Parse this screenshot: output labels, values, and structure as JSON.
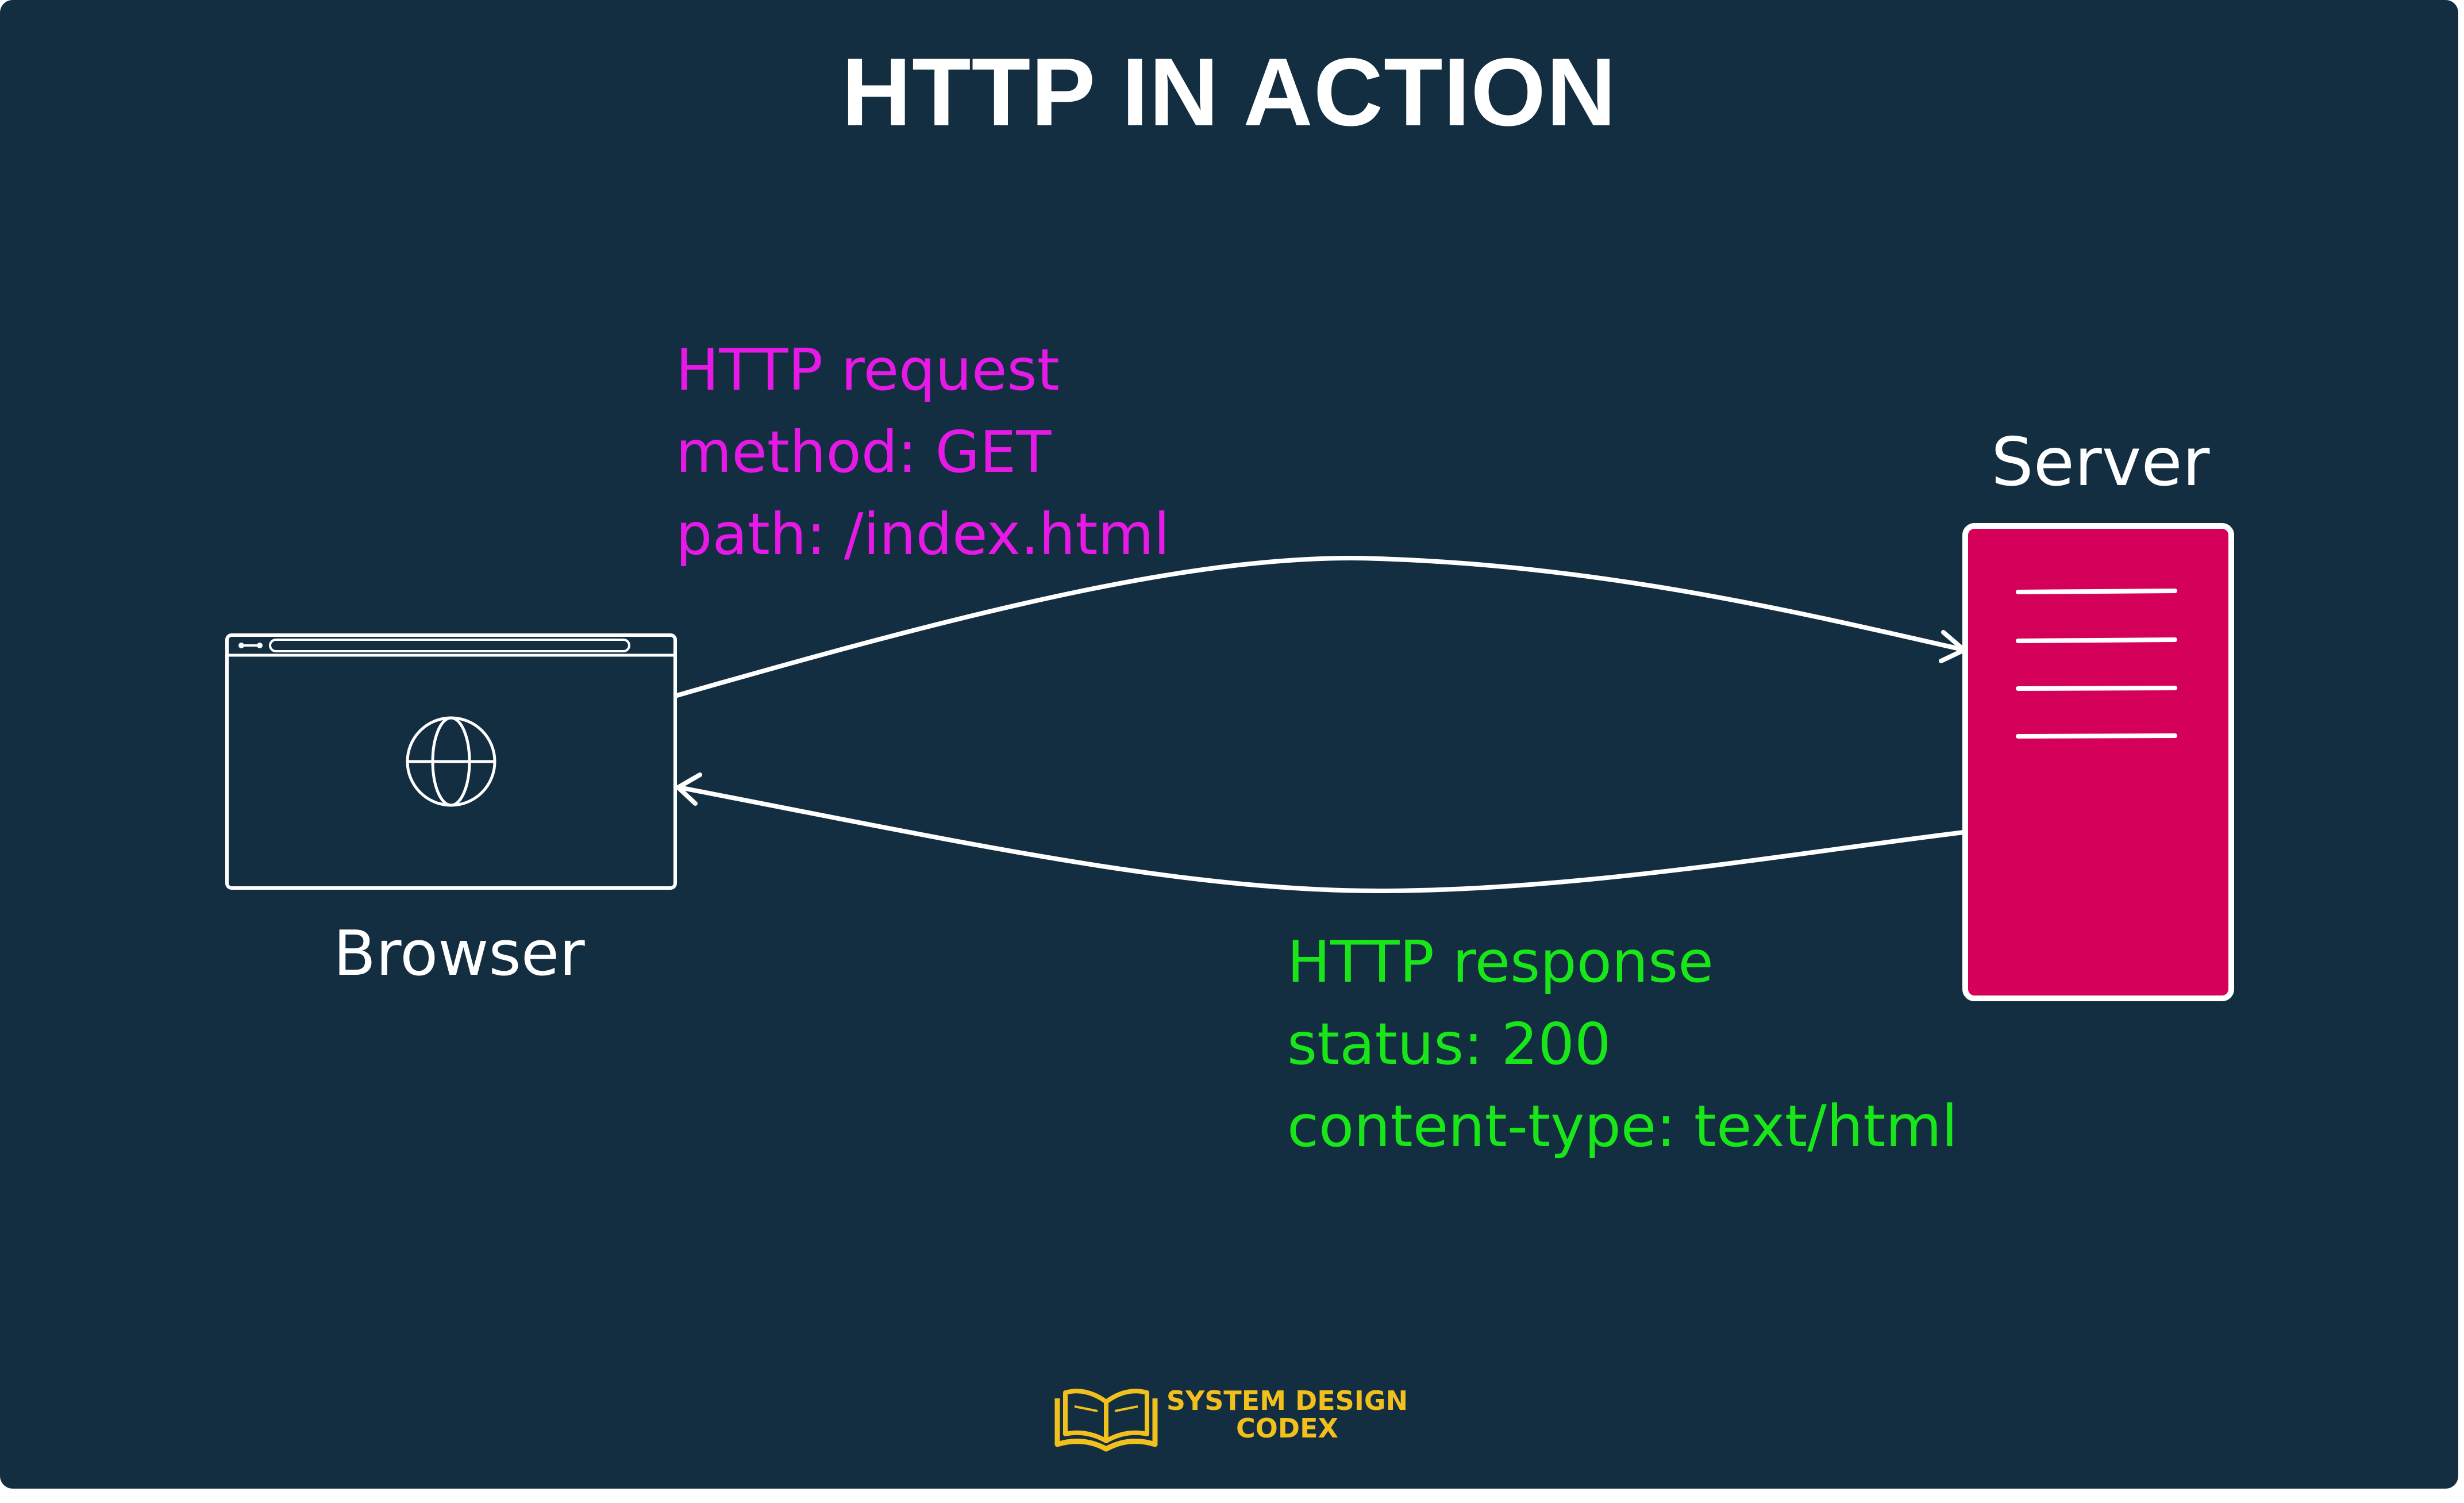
{
  "title": "HTTP IN ACTION",
  "nodes": {
    "browser": {
      "label": "Browser",
      "icon": "globe-icon"
    },
    "server": {
      "label": "Server",
      "icon": "server-icon"
    }
  },
  "request": {
    "lines": [
      "HTTP request",
      "method: GET",
      "path: /index.html"
    ]
  },
  "response": {
    "lines": [
      "HTTP response",
      "status: 200",
      "content-type: text/html"
    ]
  },
  "brand": {
    "line1": "SYSTEM DESIGN",
    "line2": "CODEX",
    "icon": "open-book-icon"
  },
  "colors": {
    "background": "#132d41",
    "request_text": "#e619e6",
    "response_text": "#19e619",
    "server_fill": "#d5005a",
    "stroke": "#ffffff",
    "brand": "#f2c01c"
  }
}
